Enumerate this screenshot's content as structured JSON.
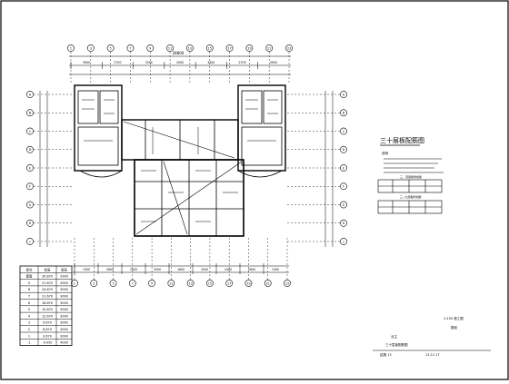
{
  "drawing": {
    "title": "三十层板配筋图",
    "notes_heading": "说明",
    "table1_title": "三、顶层板附加筋",
    "table2_title": "三~九层板附加筋",
    "scale_note": "1:150 施工图",
    "stage_note": "图纸",
    "sheet_label": "三十层板配筋图",
    "sheet_no": "结施 13",
    "sheet_date": "13.12.17",
    "owner_label": "业主"
  },
  "axes": {
    "top": [
      "1",
      "3",
      "5",
      "7",
      "9",
      "11",
      "13",
      "15",
      "17",
      "19",
      "21",
      "23"
    ],
    "bottom": [
      "1",
      "3",
      "5",
      "7",
      "9",
      "11",
      "13",
      "15",
      "17",
      "19",
      "21",
      "23"
    ],
    "left": [
      "A",
      "B",
      "C",
      "D",
      "E",
      "F",
      "G",
      "H",
      "J"
    ],
    "right": [
      "A",
      "B",
      "C",
      "D",
      "E",
      "F",
      "G",
      "H",
      "J"
    ]
  },
  "dimensions": {
    "top_total": "28800",
    "top_segments": [
      "3900",
      "2700",
      "3300",
      "2500",
      "3300",
      "2700",
      "3900"
    ],
    "bottom_segments": [
      "1300",
      "2600",
      "2400",
      "2500",
      "1800",
      "2500",
      "2400",
      "2600",
      "1300"
    ]
  },
  "floor_table": {
    "rows": [
      [
        "层次",
        "标高",
        "层高"
      ],
      [
        "屋面",
        "30.870",
        "2900"
      ],
      [
        "9",
        "27.670",
        "3000"
      ],
      [
        "8",
        "24.670",
        "3000"
      ],
      [
        "7",
        "21.670",
        "3000"
      ],
      [
        "6",
        "18.670",
        "3000"
      ],
      [
        "5",
        "15.670",
        "3000"
      ],
      [
        "4",
        "12.670",
        "3000"
      ],
      [
        "3",
        "9.670",
        "3000"
      ],
      [
        "2",
        "6.670",
        "3000"
      ],
      [
        "1",
        "3.670",
        "3000"
      ],
      [
        "-1",
        "-0.050",
        "4000"
      ]
    ]
  }
}
